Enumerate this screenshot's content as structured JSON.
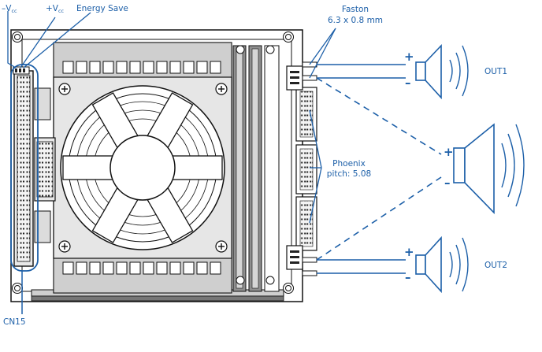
{
  "labels": {
    "minus_vcc": "–V",
    "minus_vcc_sub": "cc",
    "plus_vcc": "+V",
    "plus_vcc_sub": "cc",
    "energy_save": "Energy Save",
    "faston_line1": "Faston",
    "faston_line2": "6.3 x 0.8 mm",
    "phoenix_line1": "Phoenix",
    "phoenix_line2": "pitch: 5.08",
    "out1": "OUT1",
    "out2": "OUT2",
    "cn15": "CN15"
  },
  "polarity": {
    "plus": "+",
    "minus": "–"
  },
  "colors": {
    "accent": "#1c5fa8",
    "outline": "#111111",
    "panel_gray": "#d6d6d6",
    "dark_gray": "#8f8f8f",
    "connector_fill": "#e9e9e9"
  }
}
